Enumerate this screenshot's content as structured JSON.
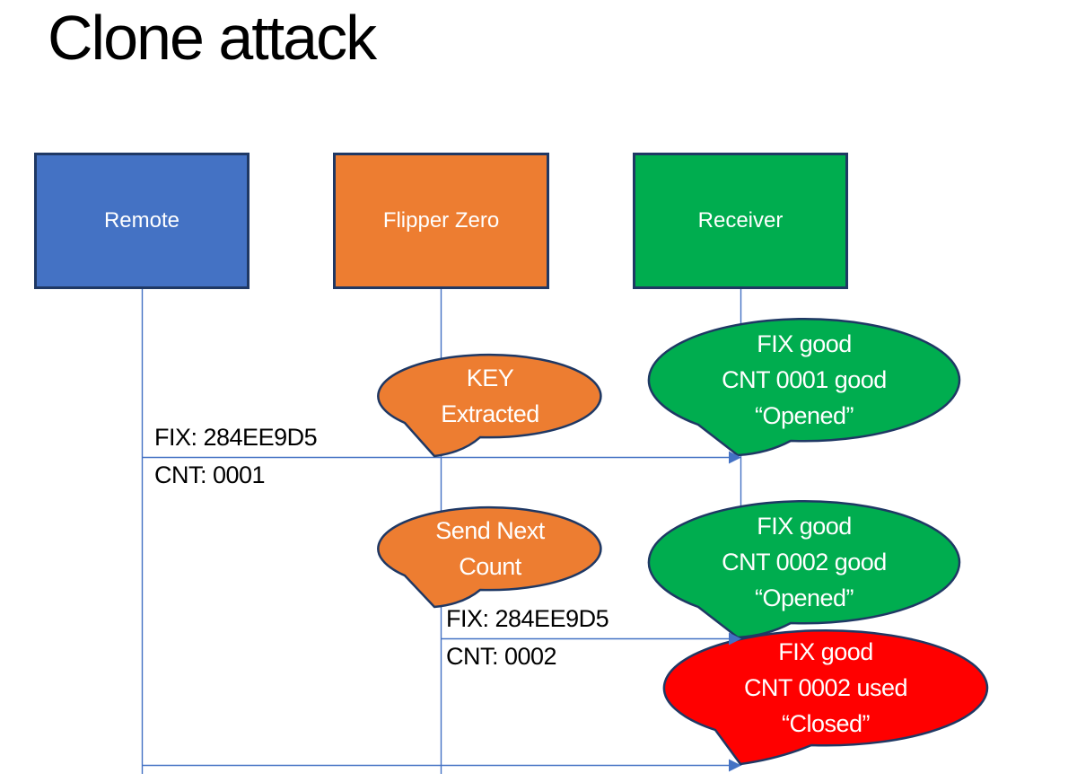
{
  "title": "Clone attack",
  "colors": {
    "actor_blue": "#4472C4",
    "actor_orange": "#ED7D31",
    "actor_green": "#00AD4F",
    "bubble_red": "#FF0000",
    "shape_border": "#1F3864",
    "connector": "#4472C4",
    "text_dark": "#000000",
    "text_light": "#FFFFFF"
  },
  "actors": [
    {
      "label": "Remote",
      "color": "#4472C4"
    },
    {
      "label": "Flipper Zero",
      "color": "#ED7D31"
    },
    {
      "label": "Receiver",
      "color": "#00AD4F"
    }
  ],
  "messages": [
    {
      "from": "Remote",
      "to": "Receiver",
      "label_top": "FIX: 284EE9D5",
      "label_bottom": "CNT: 0001"
    },
    {
      "from": "Flipper Zero",
      "to": "Receiver",
      "label_top": "FIX: 284EE9D5",
      "label_bottom": "CNT: 0002"
    },
    {
      "from": "Remote",
      "to": "Receiver",
      "label_top": "",
      "label_bottom": ""
    }
  ],
  "bubbles": [
    {
      "id": "key-extracted",
      "color": "#ED7D31",
      "lines": [
        "KEY",
        "Extracted"
      ]
    },
    {
      "id": "cnt-0001-opened",
      "color": "#00AD4F",
      "lines": [
        "FIX good",
        "CNT 0001 good",
        "“Opened”"
      ]
    },
    {
      "id": "send-next-count",
      "color": "#ED7D31",
      "lines": [
        "Send Next",
        "Count"
      ]
    },
    {
      "id": "cnt-0002-opened",
      "color": "#00AD4F",
      "lines": [
        "FIX good",
        "CNT 0002 good",
        "“Opened”"
      ]
    },
    {
      "id": "cnt-0002-closed",
      "color": "#FF0000",
      "lines": [
        "FIX good",
        "CNT 0002 used",
        "“Closed”"
      ]
    }
  ]
}
